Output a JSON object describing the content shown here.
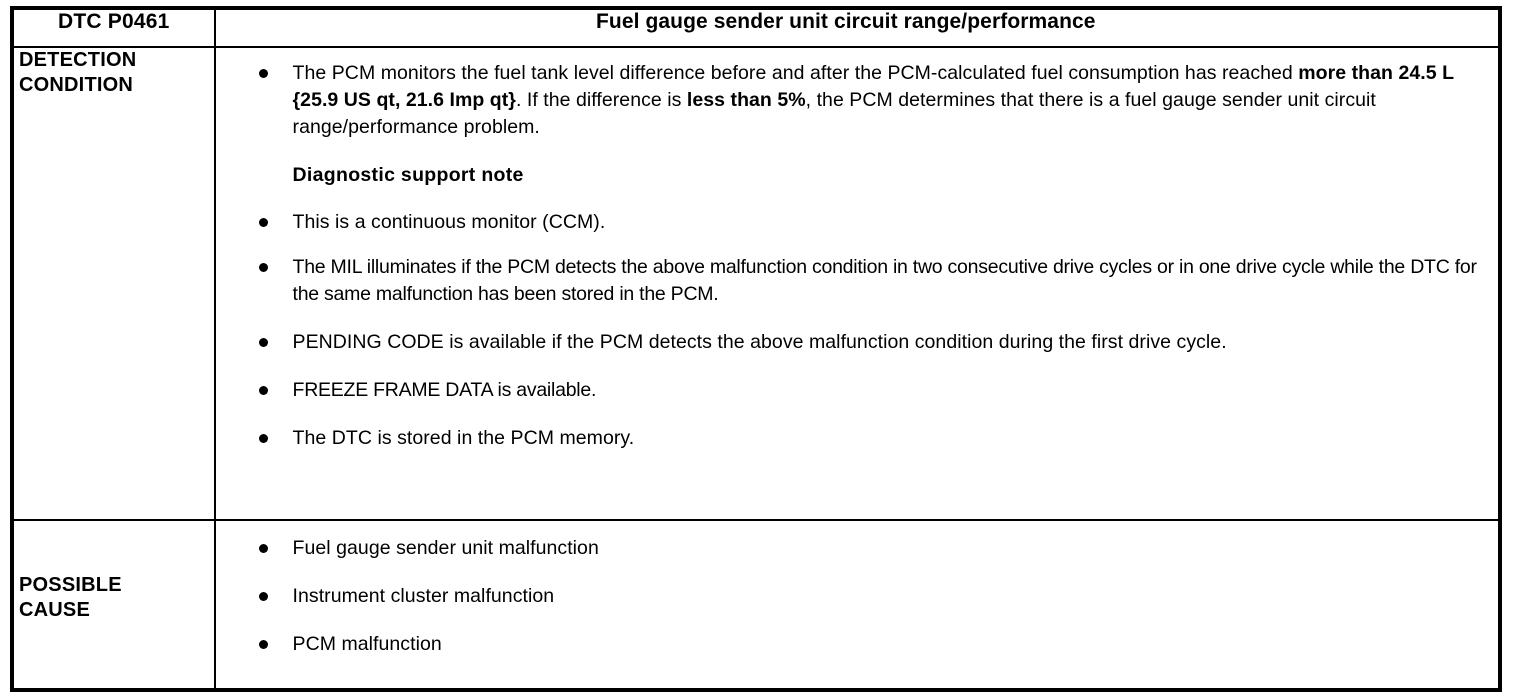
{
  "table": {
    "header": {
      "code_label": "DTC P0461",
      "title": "Fuel gauge sender unit circuit range/performance"
    },
    "rows": [
      {
        "label": "DETECTION\nCONDITION",
        "label_line1": "DETECTION",
        "label_line2": "CONDITION",
        "blocks": [
          {
            "kind": "bullet",
            "segments": [
              {
                "text": "The PCM monitors the fuel tank level difference before and after the PCM-calculated fuel consumption has reached ",
                "bold": false
              },
              {
                "text": "more than 24.5 L {25.9 US qt, 21.6 Imp qt}",
                "bold": true
              },
              {
                "text": ". If the difference is ",
                "bold": false
              },
              {
                "text": "less than 5%",
                "bold": true
              },
              {
                "text": ", the PCM determines that there is a fuel gauge sender unit circuit range/performance problem.",
                "bold": false
              }
            ]
          },
          {
            "kind": "subhead",
            "text": "Diagnostic support note"
          },
          {
            "kind": "bullet",
            "segments": [
              {
                "text": "This is a continuous monitor (CCM).",
                "bold": false
              }
            ]
          },
          {
            "kind": "bullet",
            "segments": [
              {
                "text": "The MIL illuminates if the PCM detects the above malfunction condition in two consecutive drive cycles or in one drive cycle while the DTC for the same malfunction has been stored in the PCM.",
                "bold": false
              }
            ]
          },
          {
            "kind": "bullet",
            "segments": [
              {
                "text": "PENDING CODE is available if the PCM detects the above malfunction condition during the first drive cycle.",
                "bold": false
              }
            ]
          },
          {
            "kind": "bullet",
            "segments": [
              {
                "text": "FREEZE FRAME DATA is available.",
                "bold": false
              }
            ]
          },
          {
            "kind": "bullet",
            "segments": [
              {
                "text": "The DTC is stored in the PCM memory.",
                "bold": false
              }
            ]
          }
        ]
      },
      {
        "label": "POSSIBLE\nCAUSE",
        "label_line1": "POSSIBLE",
        "label_line2": "CAUSE",
        "blocks": [
          {
            "kind": "bullet",
            "segments": [
              {
                "text": "Fuel gauge sender unit malfunction",
                "bold": false
              }
            ]
          },
          {
            "kind": "bullet",
            "segments": [
              {
                "text": "Instrument cluster malfunction",
                "bold": false
              }
            ]
          },
          {
            "kind": "bullet",
            "segments": [
              {
                "text": "PCM malfunction",
                "bold": false
              }
            ]
          }
        ]
      }
    ]
  },
  "colors": {
    "ink": "#000000",
    "paper": "#ffffff"
  }
}
